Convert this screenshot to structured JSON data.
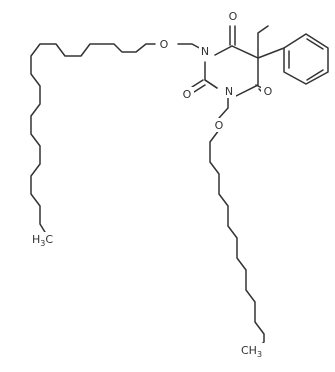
{
  "atoms": {
    "o_top_chain": "O",
    "n_top": "N",
    "o_carbonyl_top": "O",
    "o_carbonyl_mid": "O",
    "n_bottom": "N",
    "o_carbonyl_right": "O",
    "o_bottom_chain": "O",
    "h3c_top": {
      "main": "H",
      "sub": "3",
      "tail": "C"
    },
    "ch3_bottom": {
      "main": "CH",
      "sub": "3"
    }
  }
}
